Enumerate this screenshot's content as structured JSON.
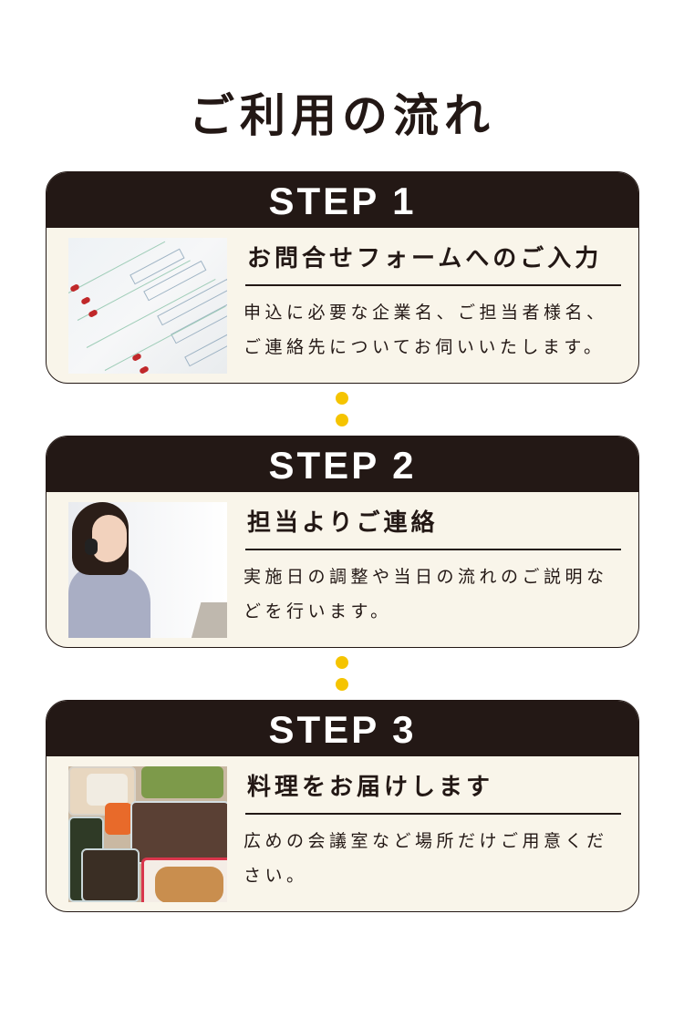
{
  "page": {
    "title": "ご利用の流れ"
  },
  "colors": {
    "dark": "#231815",
    "card_bg": "#f9f5ea",
    "dot": "#f5c400",
    "header_text": "#ffffff"
  },
  "steps": [
    {
      "label": "STEP 1",
      "title": "お問合せフォームへのご入力",
      "description": "申込に必要な企業名、ご担当者様名、ご連絡先についてお伺いいたします。",
      "image": "inquiry-form-photo"
    },
    {
      "label": "STEP 2",
      "title": "担当よりご連絡",
      "description": "実施日の調整や当日の流れのご説明などを行います。",
      "image": "operator-with-headset-photo"
    },
    {
      "label": "STEP 3",
      "title": "料理をお届けします",
      "description": "広めの会議室など場所だけご用意ください。",
      "image": "catering-food-photo"
    }
  ],
  "connectors": [
    {
      "between": "step1-step2",
      "dots": 2
    },
    {
      "between": "step2-step3",
      "dots": 2
    }
  ]
}
